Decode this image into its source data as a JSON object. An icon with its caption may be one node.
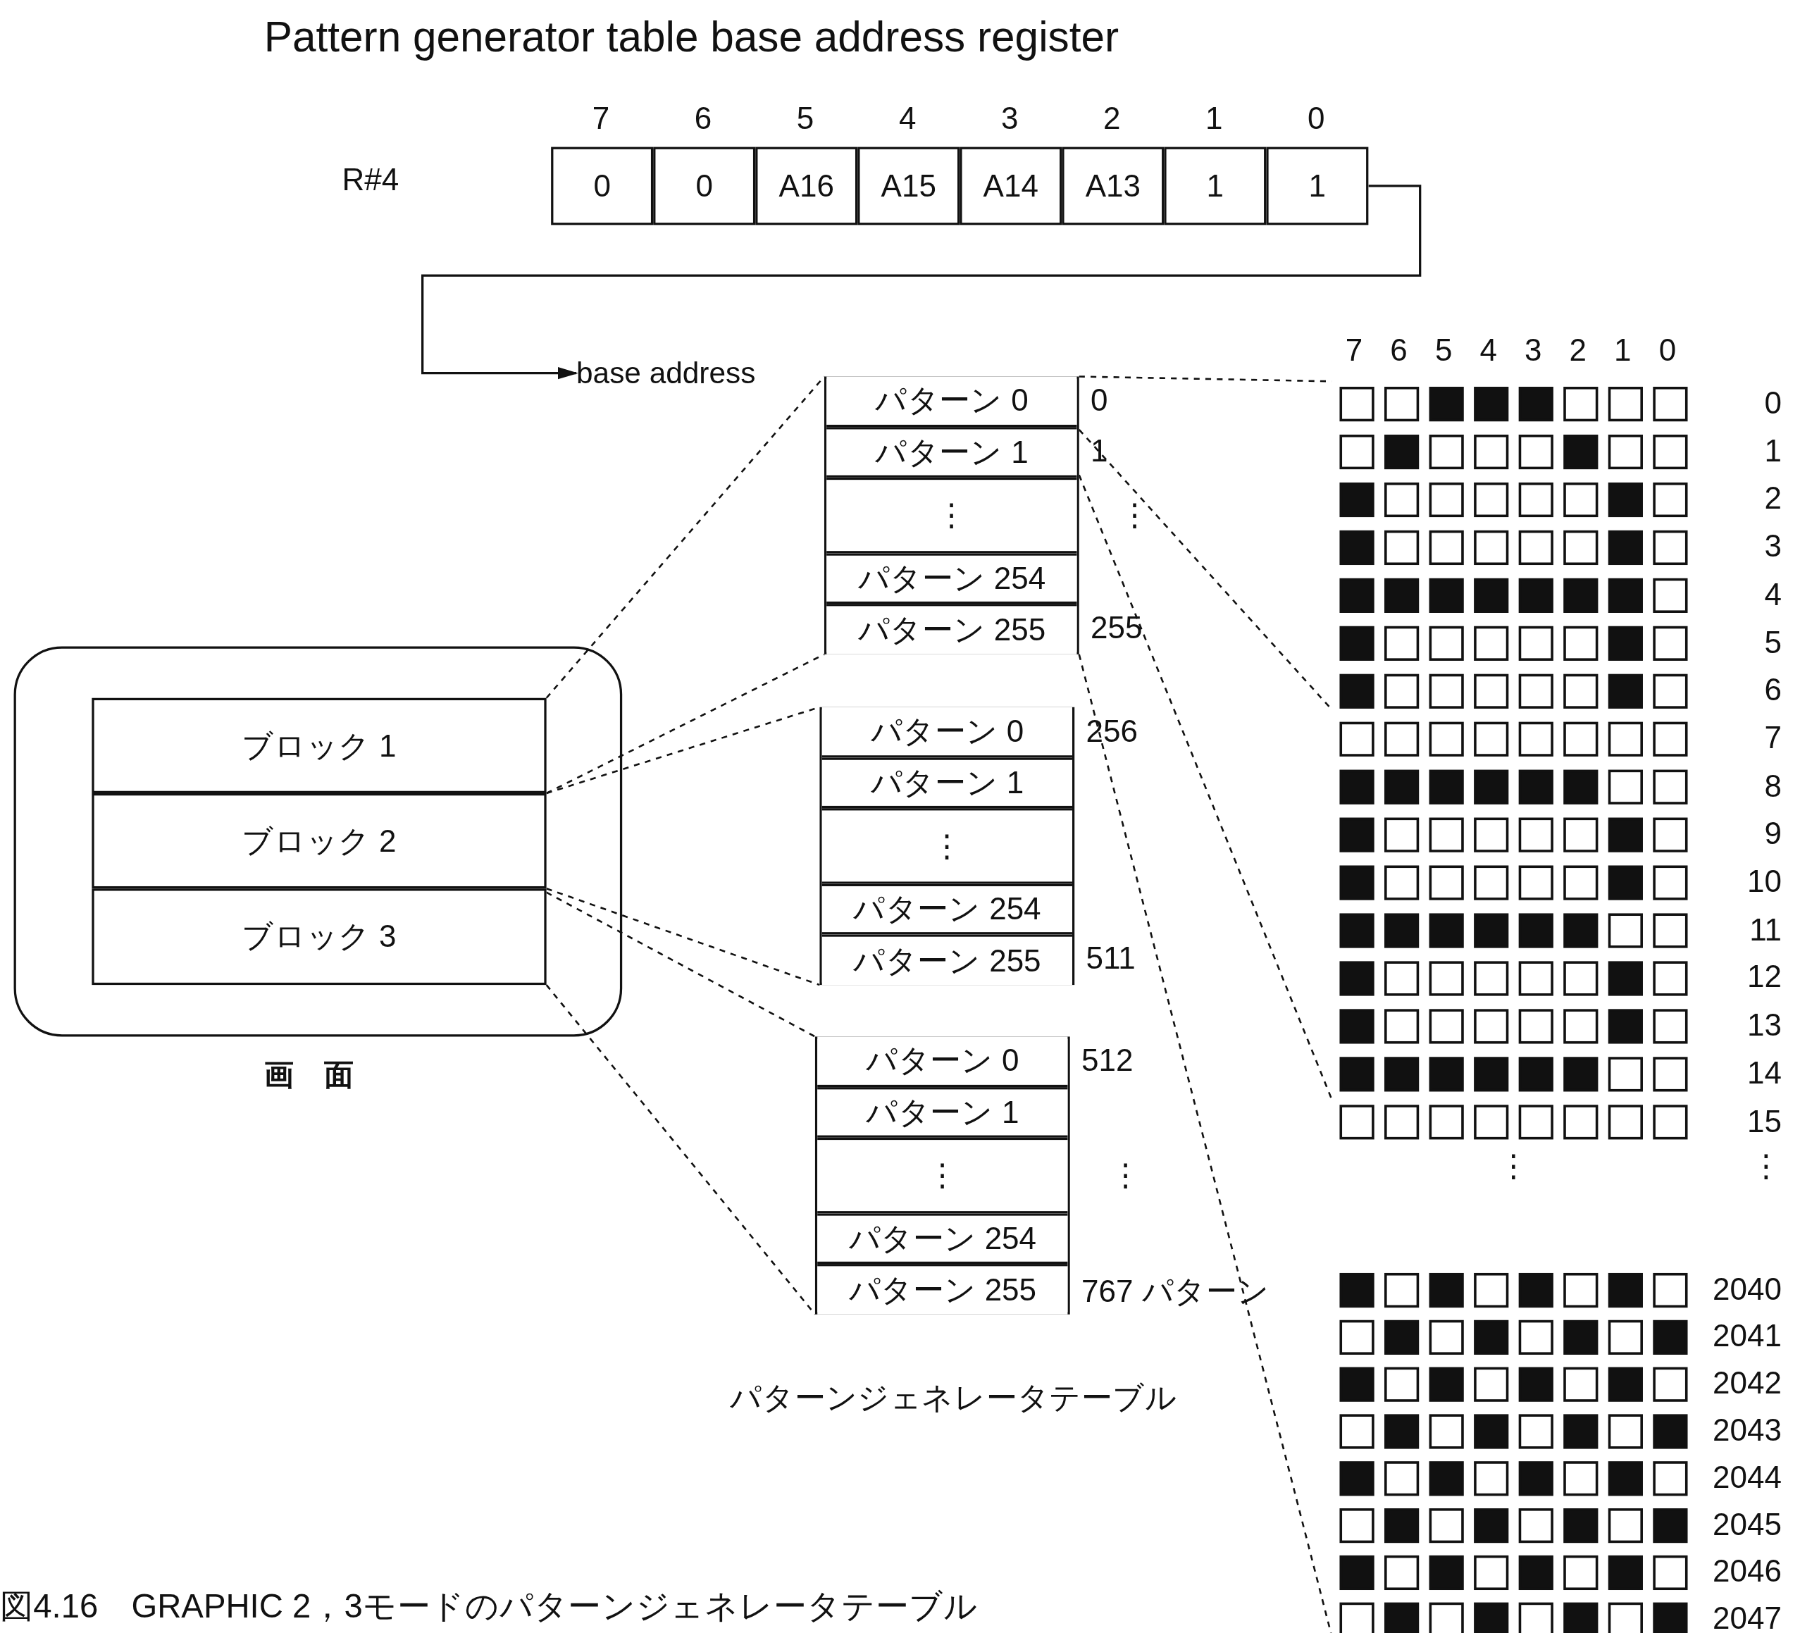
{
  "diagram": {
    "title": "Pattern generator table base address register",
    "caption": "図4.16　GRAPHIC 2，3モードのパターンジェネレータテーブル",
    "nodes": [
      {
        "text": [
          "0"
        ],
        "beside": [
          "7"
        ]
      },
      {
        "text": [
          "0"
        ],
        "beside": [
          "6"
        ]
      },
      {
        "text": [
          "A16"
        ],
        "beside": [
          "5"
        ]
      },
      {
        "text": [
          "A15"
        ],
        "beside": [
          "4"
        ]
      },
      {
        "text": [
          "A14"
        ],
        "beside": [
          "3"
        ]
      },
      {
        "text": [
          "A13"
        ],
        "beside": [
          "2"
        ]
      },
      {
        "text": [
          "1"
        ],
        "beside": [
          "1"
        ]
      },
      {
        "text": [
          "1"
        ],
        "beside": [
          "0"
        ]
      },
      {
        "text": [
          "base address"
        ]
      },
      {
        "text": [],
        "shape": "box",
        "beside": [
          "画　面"
        ]
      },
      {
        "text": [
          "ブロック 1"
        ],
        "in": 9
      },
      {
        "text": [
          "ブロック 2"
        ],
        "in": 9
      },
      {
        "text": [
          "ブロック 3"
        ],
        "in": 9
      },
      {
        "text": [],
        "shape": "box"
      },
      {
        "text": [
          "パターン 0"
        ],
        "in": 13,
        "beside": [
          "0"
        ]
      },
      {
        "text": [
          "パターン 1"
        ],
        "in": 13,
        "beside": [
          "1"
        ]
      },
      {
        "text": [
          "⋮"
        ],
        "in": 13,
        "beside": [
          "⋮"
        ]
      },
      {
        "text": [
          "パターン 254"
        ],
        "in": 13
      },
      {
        "text": [
          "パターン 255"
        ],
        "in": 13,
        "beside": [
          "255"
        ]
      },
      {
        "text": [],
        "shape": "box"
      },
      {
        "text": [
          "パターン 0"
        ],
        "in": 19,
        "beside": [
          "256"
        ]
      },
      {
        "text": [
          "パターン 1"
        ],
        "in": 19
      },
      {
        "text": [
          "⋮"
        ],
        "in": 19
      },
      {
        "text": [
          "パターン 254"
        ],
        "in": 19
      },
      {
        "text": [
          "パターン 255"
        ],
        "in": 19,
        "beside": [
          "511"
        ]
      },
      {
        "text": [],
        "shape": "box"
      },
      {
        "text": [
          "パターン 0"
        ],
        "in": 25,
        "beside": [
          "512"
        ]
      },
      {
        "text": [
          "パターン 1"
        ],
        "in": 25
      },
      {
        "text": [
          "⋮"
        ],
        "in": 25,
        "beside": [
          "⋮"
        ]
      },
      {
        "text": [
          "パターン 254"
        ],
        "in": 25
      },
      {
        "text": [
          "パターン 255"
        ],
        "in": 25,
        "beside": [
          "767 パターン"
        ]
      },
      {
        "text": [],
        "shape": "picture",
        "beside": [
          "7",
          "6",
          "5",
          "4",
          "3",
          "2",
          "1",
          "0",
          "0",
          "1",
          "2",
          "3",
          "4",
          "5",
          "6",
          "7",
          "8",
          "9",
          "10",
          "11",
          "12",
          "13",
          "14",
          "15",
          "⋮",
          "2040",
          "2041",
          "2042",
          "2043",
          "2044",
          "2045",
          "2046",
          "2047"
        ]
      }
    ],
    "edges": [
      {
        "from": 7,
        "to": 8,
        "arrow": "to"
      },
      {
        "from": 10,
        "to": 13,
        "arrow": "none",
        "style": "dashed"
      },
      {
        "from": 10,
        "to": 13,
        "arrow": "none",
        "style": "dashed"
      },
      {
        "from": 11,
        "to": 19,
        "arrow": "none",
        "style": "dashed"
      },
      {
        "from": 11,
        "to": 19,
        "arrow": "none",
        "style": "dashed"
      },
      {
        "from": 12,
        "to": 25,
        "arrow": "none",
        "style": "dashed"
      },
      {
        "from": 12,
        "to": 25,
        "arrow": "none",
        "style": "dashed"
      },
      {
        "from": 14,
        "to": 31,
        "arrow": "none",
        "style": "dashed"
      },
      {
        "from": 15,
        "to": 31,
        "arrow": "none",
        "style": "dashed"
      },
      {
        "from": 15,
        "to": 31,
        "arrow": "none",
        "style": "dashed"
      },
      {
        "from": 18,
        "to": 31,
        "arrow": "none",
        "style": "dashed"
      }
    ],
    "labels": [
      "R#4",
      "⋮",
      "パターンジェネレータテーブル"
    ]
  }
}
